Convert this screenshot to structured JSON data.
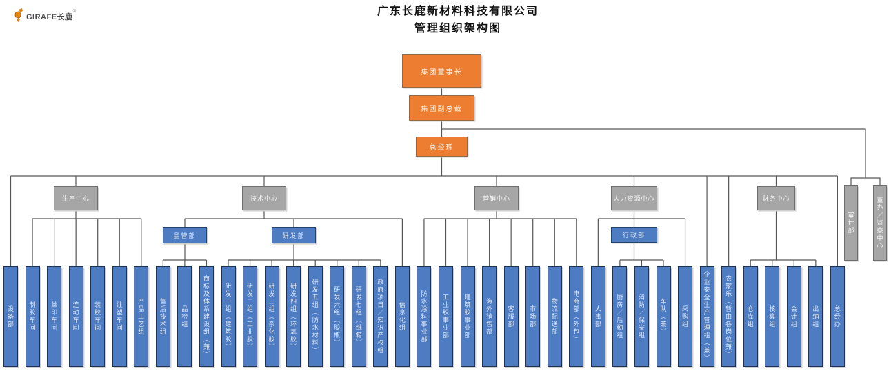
{
  "title": {
    "line1": "广东长鹿新材料科技有限公司",
    "line2": "管理组织架构图"
  },
  "logo": {
    "text": "GIRAFE长鹿",
    "reg": "®"
  },
  "palette": {
    "executive_fill": "#ED7D31",
    "center_fill": "#A6A6A6",
    "department_fill": "#4E7CC3",
    "connector": "#565656"
  },
  "org": {
    "executives": [
      {
        "id": "group-chairman",
        "label": "集团董事长"
      },
      {
        "id": "group-vice-president",
        "label": "集团副总裁"
      },
      {
        "id": "general-manager",
        "label": "总经理"
      }
    ],
    "centers": [
      {
        "id": "production-center",
        "label": "生产中心"
      },
      {
        "id": "technology-center",
        "label": "技术中心"
      },
      {
        "id": "marketing-center",
        "label": "营销中心"
      },
      {
        "id": "hr-center",
        "label": "人力资源中心"
      },
      {
        "id": "finance-center",
        "label": "财务中心"
      }
    ],
    "departments": [
      {
        "id": "quality-dept",
        "label": "品管部"
      },
      {
        "id": "rnd-dept",
        "label": "研发部"
      },
      {
        "id": "admin-dept",
        "label": "行政部"
      }
    ],
    "oversight": [
      {
        "id": "audit-dept",
        "label": "审计部"
      },
      {
        "id": "board-office-supervision-center",
        "label": "董办／监察中心"
      }
    ],
    "bottom_units": [
      "设备部",
      "制胶车间",
      "丝印车间",
      "连动车间",
      "装胶车间",
      "注塑车间",
      "产品工艺组",
      "售后技术组",
      "品检组",
      "商标及体系建设组（兼）",
      "研发一组（建筑胶）",
      "研发二组（工业胶）",
      "研发三组（杂化胶）",
      "研发四组（环氧胶）",
      "研发五组（防水材料）",
      "研发六组（胶瓶）",
      "研发七组（纸箱）",
      "政府项目／知识产权组",
      "信息化组",
      "防水涂料事业部",
      "工业胶事业部",
      "建筑胶事业部",
      "海外销售部",
      "客服部",
      "市场部",
      "物流配送部",
      "电商部（外包）",
      "人事部",
      "厨房／后勤组",
      "消防／保安组",
      "车队（兼）",
      "采购组",
      "企业安全生产管理组（兼）",
      "农家乐（暂由各岗位兼）",
      "仓库组",
      "核算组",
      "会计组",
      "出纳组",
      "总经办"
    ]
  }
}
